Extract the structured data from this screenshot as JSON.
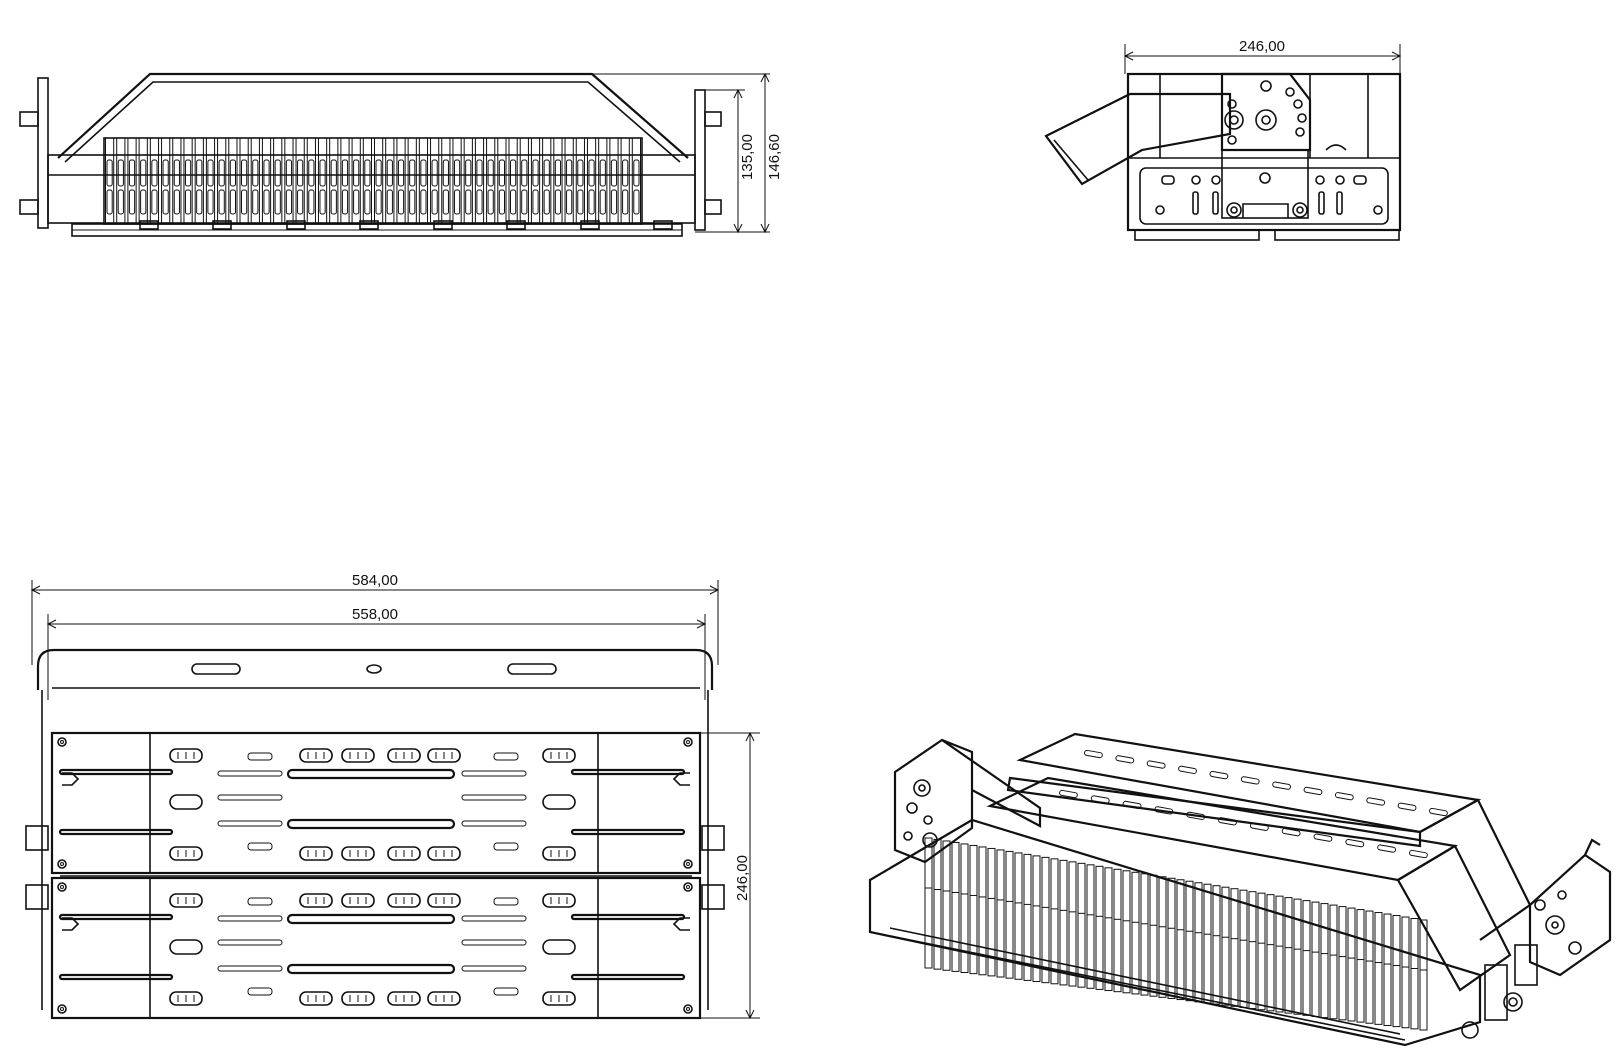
{
  "drawing": {
    "views": {
      "side": {
        "fin_count": 48,
        "dims": {
          "height_inner": "135,00",
          "height_outer": "146,60"
        }
      },
      "end": {
        "dims": {
          "width": "246,00"
        }
      },
      "top": {
        "dims": {
          "width_outer": "584,00",
          "width_inner": "558,00",
          "depth": "246,00"
        }
      },
      "iso": {
        "fin_count": 56
      }
    }
  }
}
